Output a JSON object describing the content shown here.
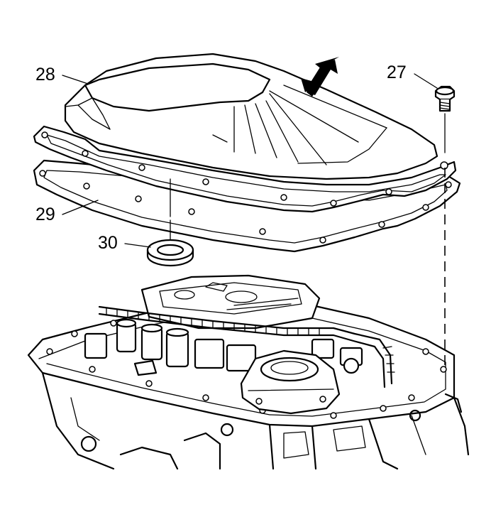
{
  "callouts": {
    "pan": "28",
    "bolt": "27",
    "gasket": "29",
    "seal": "30"
  },
  "colors": {
    "line": "#000000",
    "background": "#ffffff"
  },
  "icons": {
    "view_arrow": "arrow-icon"
  }
}
